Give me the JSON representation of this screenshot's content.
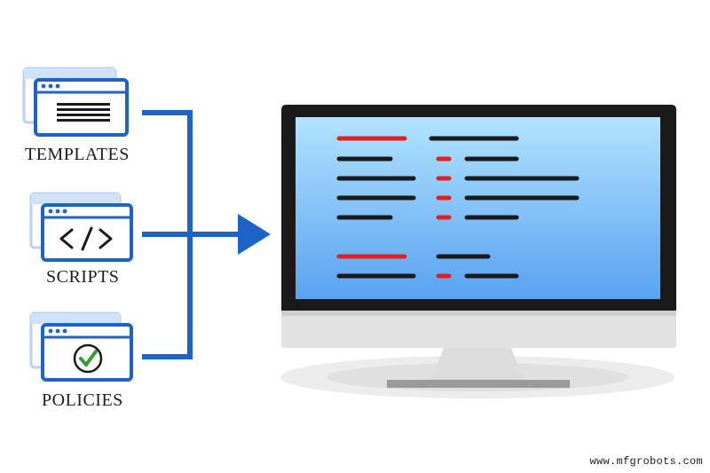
{
  "items": [
    {
      "label": "TEMPLATES",
      "icon": "document-lines-icon"
    },
    {
      "label": "SCRIPTS",
      "icon": "code-brackets-icon"
    },
    {
      "label": "POLICIES",
      "icon": "checkmark-circle-icon"
    }
  ],
  "watermark": "www.mfgrobots.com",
  "colors": {
    "blue": "#1e63c8",
    "light_blue_window": "#cfe2f8",
    "red_accent": "#e32020",
    "monitor_frame": "#1a1a1a",
    "screen_gradient_top": "#a8dcff",
    "screen_gradient_bottom": "#5aa5f2",
    "green_check": "#2f9e2f"
  }
}
